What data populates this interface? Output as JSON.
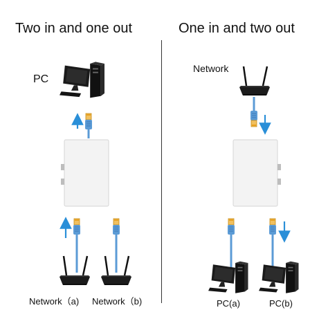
{
  "left": {
    "title": "Two in and one out",
    "pc_label": "PC",
    "network_a_label": "Network（a)",
    "network_b_label": "Network（b)"
  },
  "right": {
    "title": "One in and two out",
    "network_label": "Network",
    "pc_a_label": "PC(a)",
    "pc_b_label": "PC(b)"
  },
  "colors": {
    "arrow": "#2a8fd8",
    "cable": "#5b9bd6",
    "connector": "#e8a020",
    "box": "#f2f2f2",
    "divider": "#333333"
  },
  "icons": [
    "computer-icon",
    "router-icon",
    "ethernet-plug-icon",
    "arrow-up-icon",
    "arrow-down-icon"
  ]
}
